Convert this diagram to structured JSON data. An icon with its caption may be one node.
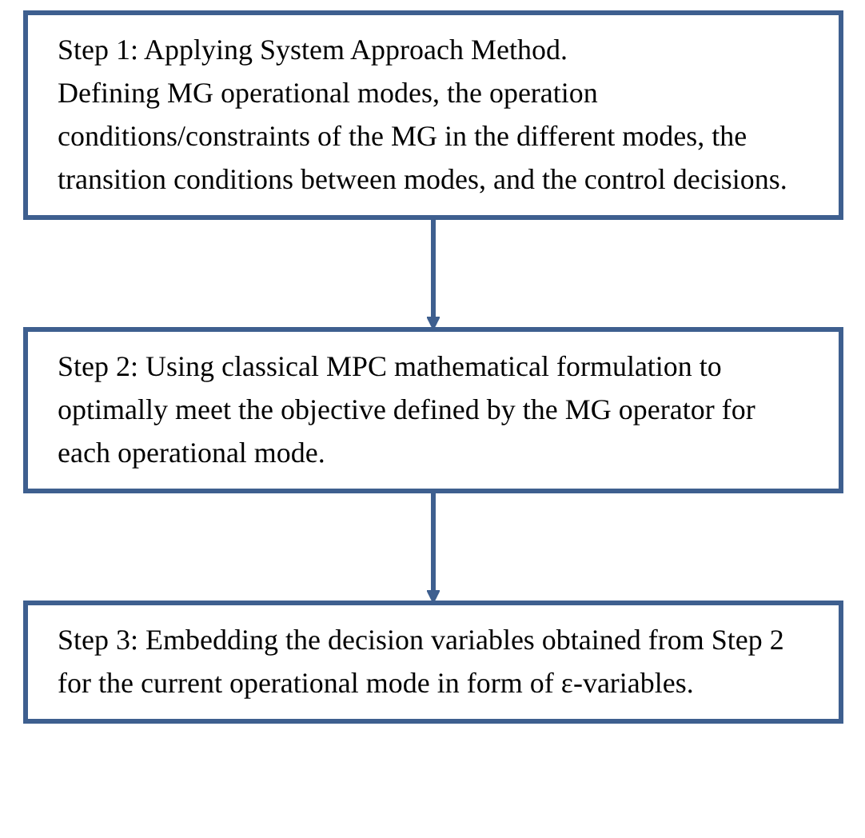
{
  "diagram": {
    "nodes": [
      {
        "text": [
          "Step 1: Applying System Approach Method.",
          "Defining MG operational modes, the operation conditions/constraints of the MG in the different modes, the transition conditions between modes, and the control decisions."
        ]
      },
      {
        "text": [
          "Step 2: Using classical MPC mathematical formulation to optimally meet the objective defined by the MG operator for each operational mode."
        ]
      },
      {
        "text": [
          "Step 3: Embedding the decision variables obtained from Step 2 for the current operational mode in form of ε-variables."
        ]
      }
    ],
    "edges": [
      {
        "from": 0,
        "to": 1,
        "arrow": "to"
      },
      {
        "from": 1,
        "to": 2,
        "arrow": "to"
      }
    ]
  }
}
